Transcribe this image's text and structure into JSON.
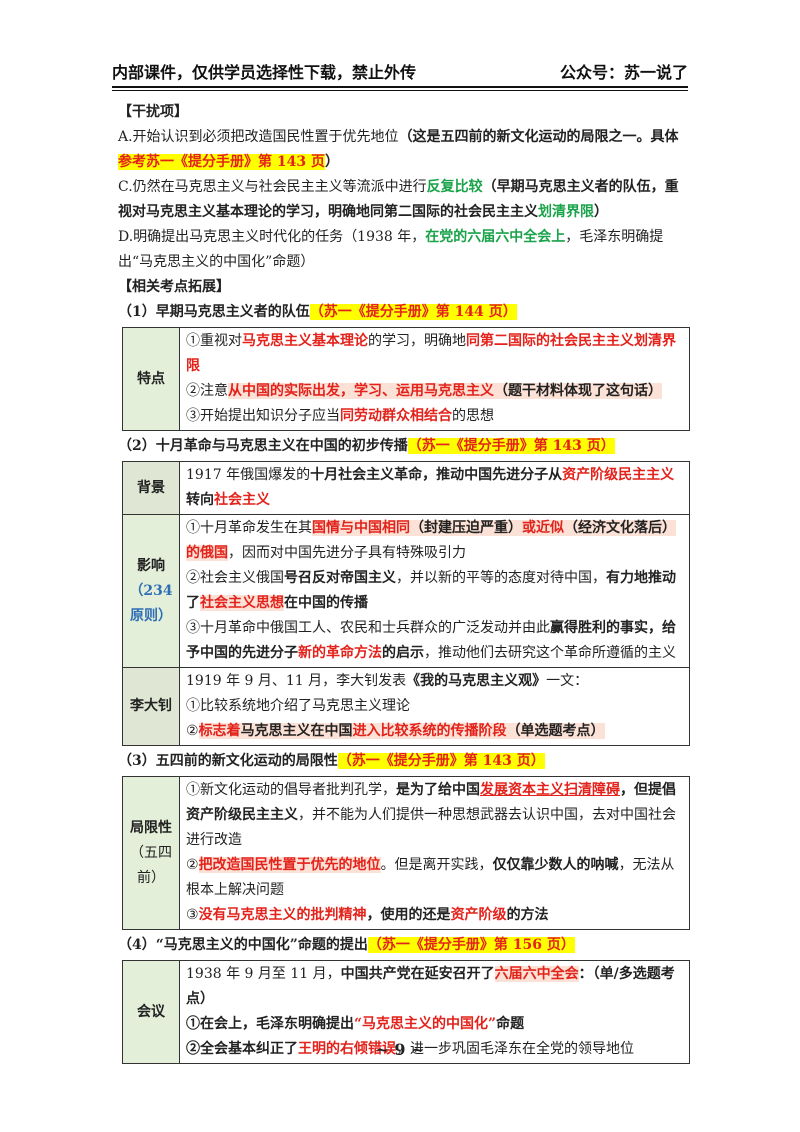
{
  "header": {
    "left": "内部课件，仅供学员选择性下载，禁止外传",
    "right": "公众号：苏一说了"
  },
  "footer": {
    "page": "~ 9 ~"
  },
  "distractors": {
    "title": "【干扰项】",
    "a": {
      "text": "A.开始认识到必须把改造国民性置于优先地位",
      "note1": "（这是五四前的新文化运动的局限之一。具体",
      "ref": "参考苏一《提分手册》第 143 页",
      "note2": "）"
    },
    "c": {
      "text": "C.仍然在马克思主义与社会民主主义等流派中进行",
      "kw": "反复比较",
      "note1": "（早期马克思主义者的队伍，重视对马克思主义基本理论的学习，明确地同第二国际的社会民主主义",
      "kw2": "划清界限",
      "note2": "）"
    },
    "d": {
      "text": "D.明确提出马克思主义时代化的任务",
      "note1": "（1938 年，",
      "kw": "在党的六届六中全会上",
      "note2": "，毛泽东明确提出“马克思主义的中国化”命题）"
    }
  },
  "ext": {
    "title": "【相关考点拓展】"
  },
  "s1": {
    "title": "（1）早期马克思主义者的队伍",
    "ref": "（苏一《提分手册》第 144 页）",
    "label": "特点",
    "r1": {
      "a": "①重视对",
      "b": "马克思主义基本理论",
      "c": "的学习，明确地",
      "d": "同第二国际的社会民主主义划清界限"
    },
    "r2": {
      "a": "②注意",
      "b": "从中国的实际出发，学习、运用马克思主义",
      "c": "（题干材料体现了这句话）"
    },
    "r3": {
      "a": "③开始提出知识分子应当",
      "b": "同劳动群众相结合",
      "c": "的思想"
    }
  },
  "s2": {
    "title": "（2）十月革命与马克思主义在中国的初步传播",
    "ref": "（苏一《提分手册》第 143 页）",
    "bg": {
      "label": "背景",
      "a": "1917 年俄国爆发的",
      "b": "十月社会主义革命，推动中国先进分子从",
      "c": "资产阶级民主主义",
      "d": "转向",
      "e": "社会主义"
    },
    "inf": {
      "label": "影响",
      "sub": "（234原则）",
      "r1": {
        "a": "①十月革命发生在其",
        "b": "国情与中国相同",
        "c": "（封建压迫严重）",
        "d": "或近似",
        "e": "（经济文化落后）",
        "f": "的俄国",
        "g": "，因而对中国先进分子具有特殊吸引力"
      },
      "r2": {
        "a": "②社会主义俄国",
        "b": "号召反对帝国主义",
        "c": "，并以新的平等的态度对待中国，",
        "d": "有力地推动了",
        "e": "社会主义思想",
        "f": "在中国的传播"
      },
      "r3": {
        "a": "③十月革命中俄国工人、农民和士兵群众的广泛发动并由此",
        "b": "赢得胜利的事实，给予中国的先进分子",
        "c": "新的革命方法",
        "d": "的启示",
        "e": "，推动他们去研究这个革命所遵循的主义"
      }
    },
    "li": {
      "label": "李大钊",
      "r1": {
        "a": "1919 年 9 月、11 月，李大钊发表",
        "b": "《我的马克思主义观》",
        "c": "一文："
      },
      "r2": "①比较系统地介绍了马克思主义理论",
      "r3": {
        "a": "②",
        "b": "标志着",
        "c": "马克思主义在中国",
        "d": "进入比较系统的传播阶段",
        "e": "（单选题考点）"
      }
    }
  },
  "s3": {
    "title": "（3）五四前的新文化运动的局限性",
    "ref": "（苏一《提分手册》第 143 页）",
    "label": "局限性",
    "sub": "（五四前）",
    "r1": {
      "a": "①新文化运动的倡导者批判孔学，",
      "b": "是为了给中国",
      "c": "发展资本主义扫清障碍",
      "d": "，但提倡资产阶级民主主义",
      "e": "，并不能为人们提供一种思想武器去认识中国，去对中国社会进行改造"
    },
    "r2": {
      "a": "②",
      "b": "把改造国民性置于优先的地位",
      "c": "。但是离开实践，",
      "d": "仅仅靠少数人的呐喊",
      "e": "，无法从根本上解决问题"
    },
    "r3": {
      "a": "③",
      "b": "没有马克思主义的批判精神",
      "c": "，使用的还是",
      "d": "资产阶级",
      "e": "的方法"
    }
  },
  "s4": {
    "title": "（4）“马克思主义的中国化”命题的提出",
    "ref": "（苏一《提分手册》第 156 页）",
    "label": "会议",
    "r1": {
      "a": "1938 年 9 月至 11 月，",
      "b": "中国共产党在延安召开了",
      "c": "六届六中全会",
      "d": "：",
      "e": "（单/多选题考点）"
    },
    "r2": {
      "a": "①在会上，毛泽东明确提出",
      "b": "“马克思主义的中国化”",
      "c": "命题"
    },
    "r3": {
      "a": "②全会基本纠正了",
      "b": "王明的右倾错误",
      "c": "，进一步巩固毛泽东在全党的领导地位"
    }
  }
}
